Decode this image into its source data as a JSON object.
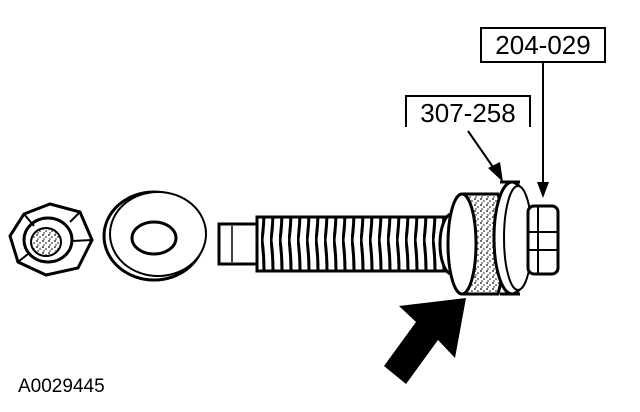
{
  "figure": {
    "id": "A0029445",
    "parts": [
      "nut",
      "washer",
      "bolt",
      "bushing",
      "special-tool-sleeve",
      "bolt-head"
    ],
    "callouts": {
      "top": "204-029",
      "middle": "307-258"
    }
  },
  "colors": {
    "ink": "#000000",
    "paper": "#ffffff"
  }
}
